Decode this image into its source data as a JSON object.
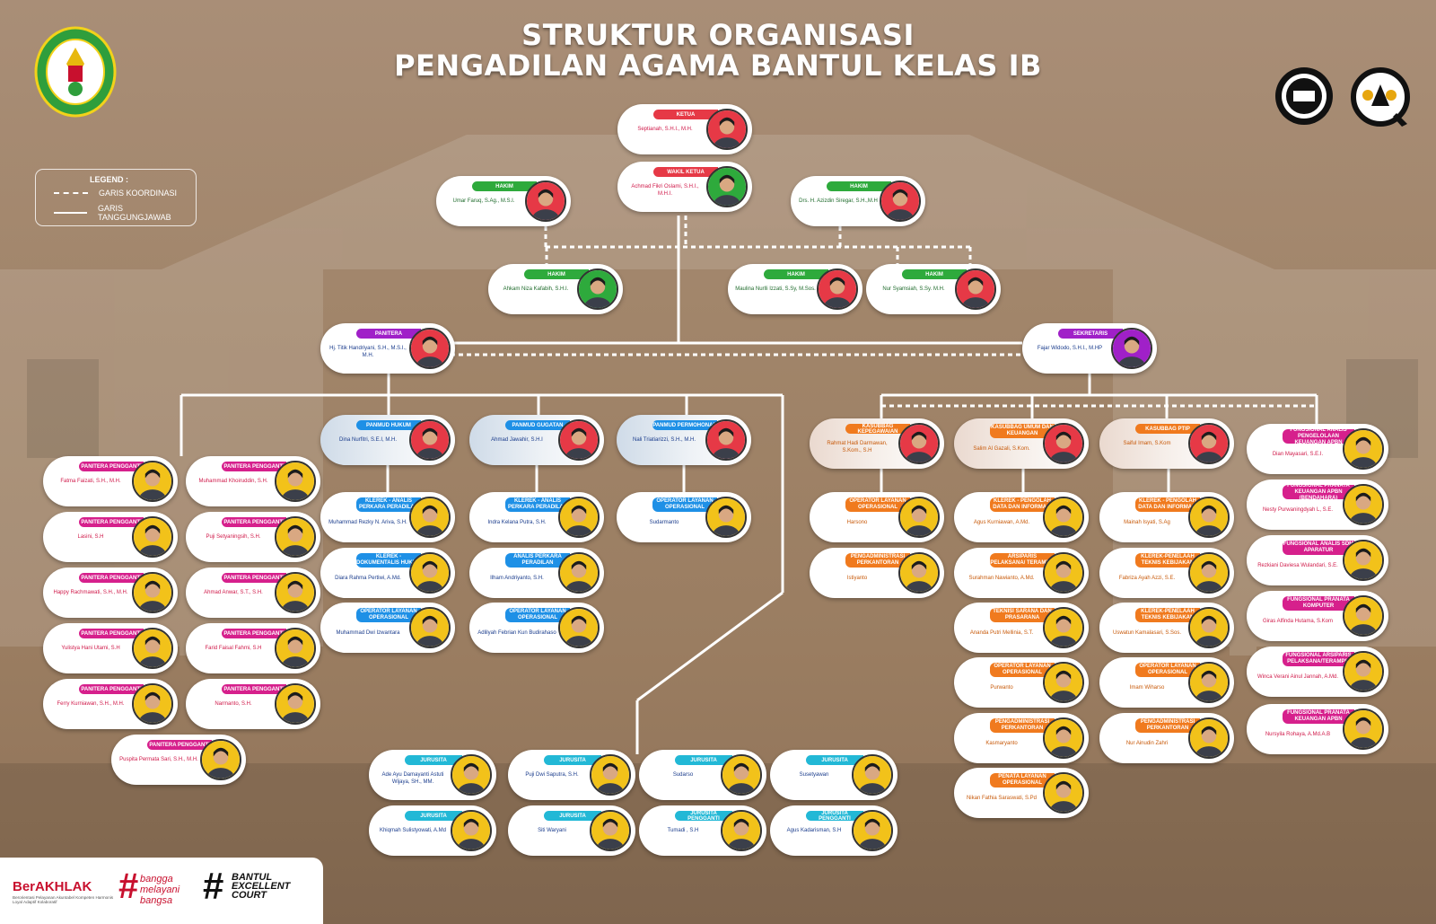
{
  "title": {
    "line1": "STRUKTUR ORGANISASI",
    "line2": "PENGADILAN AGAMA BANTUL KELAS IB"
  },
  "legend": {
    "title": "LEGEND :",
    "dotted": "GARIS KOORDINASI",
    "solid": "GARIS TANGGUNGJAWAB"
  },
  "logos": {
    "left": "PENGADILAN AGAMA BANTUL",
    "right1": "KEMENTERIAN PANRB · WBK · ZONA INTEGRITAS",
    "right2": "SMAP"
  },
  "bottom": {
    "berakhlak": "BerAKHLAK",
    "berakhlak_sub": "Berorientasi Pelayanan Akuntabel Kompeten Harmonis Loyal Adaptif Kolaboratif",
    "bangga_hash": "#",
    "bangga": "bangga melayani bangsa",
    "bantul_hash": "#",
    "bantul": "BANTUL EXCELLENT COURT"
  },
  "colors": {
    "red": "#e63946",
    "green": "#2eaa3c",
    "purple": "#a020c8",
    "blue": "#1e90e6",
    "cyan": "#22b8d6",
    "orange": "#f07a1e",
    "magenta": "#d6208c"
  },
  "people": [
    {
      "role": "KETUA",
      "name": "Septianah, S.H.I., M.H.",
      "color": "red",
      "photo": "red"
    },
    {
      "role": "WAKIL KETUA",
      "name": "Achmad Fikri Oslami, S.H.I., M.H.I.",
      "color": "red",
      "photo": "green"
    },
    {
      "role": "HAKIM",
      "name": "Umar Faruq, S.Ag., M.S.I.",
      "color": "green",
      "photo": "red"
    },
    {
      "role": "HAKIM",
      "name": "Drs. H. Azizdin Siregar, S.H.,M.H",
      "color": "green",
      "photo": "red"
    },
    {
      "role": "HAKIM",
      "name": "Ahkam Niza Kafabih, S.H.I.",
      "color": "green",
      "photo": "green"
    },
    {
      "role": "HAKIM",
      "name": "Maulina Nurlli Izzati, S.Sy, M.Sos.",
      "color": "green",
      "photo": "red"
    },
    {
      "role": "HAKIM",
      "name": "Nur Syamsiah, S.Sy. M.H.",
      "color": "green",
      "photo": "red"
    },
    {
      "role": "PANITERA",
      "name": "Hj. Titik Handriyani, S.H., M.S.I., M.H.",
      "color": "purple",
      "photo": "red"
    },
    {
      "role": "SEKRETARIS",
      "name": "Fajar Widodo, S.H.I., M.HP",
      "color": "purple",
      "photo": "purple"
    },
    {
      "role": "PANMUD HUKUM",
      "name": "Dina Nurfitri, S.E.I, M.H.",
      "color": "blue",
      "photo": "red"
    },
    {
      "role": "PANMUD GUGATAN",
      "name": "Ahmad Jawahir, S.H.I",
      "color": "blue",
      "photo": "red"
    },
    {
      "role": "PANMUD PERMOHONAN",
      "name": "Nali Triatiarizzi, S.H., M.H.",
      "color": "blue",
      "photo": "red"
    },
    {
      "role": "KLEREK - ANALIS PERKARA PERADILAN",
      "name": "Muhammad Rezky N. Ariva, S.H.",
      "color": "blue",
      "photo": "yellow"
    },
    {
      "role": "KLEREK - DOKUMENTALIS HUKUM",
      "name": "Diara Rahma Pertiwi, A.Md.",
      "color": "blue",
      "photo": "yellow"
    },
    {
      "role": "OPERATOR LAYANAN OPERASIONAL",
      "name": "Muhammad Dwi Izwantara",
      "color": "blue",
      "photo": "yellow"
    },
    {
      "role": "KLEREK - ANALIS PERKARA PERADILAN",
      "name": "Indra Kelana Putra, S.H.",
      "color": "blue",
      "photo": "yellow"
    },
    {
      "role": "ANALIS PERKARA PERADILAN",
      "name": "Ilham Andriyanto, S.H.",
      "color": "blue",
      "photo": "yellow"
    },
    {
      "role": "OPERATOR LAYANAN OPERASIONAL",
      "name": "Adlilyah Febrian Kun Budirahaso",
      "color": "blue",
      "photo": "yellow"
    },
    {
      "role": "OPERATOR LAYANAN OPERASIONAL",
      "name": "Sudarmanto",
      "color": "blue",
      "photo": "yellow"
    },
    {
      "role": "KASUBBAG KEPEGAWAIAN",
      "name": "Rahmat Hadi Darmawan, S.Kom., S.H",
      "color": "orange",
      "photo": "red"
    },
    {
      "role": "KASUBBAG UMUM DAN KEUANGAN",
      "name": "Salim Al Gazali, S.Kom.",
      "color": "orange",
      "photo": "red"
    },
    {
      "role": "KASUBBAG PTIP",
      "name": "Saiful Imam, S.Kom",
      "color": "orange",
      "photo": "red"
    },
    {
      "role": "OPERATOR LAYANAN OPERASIONAL",
      "name": "Harsono",
      "color": "orange",
      "photo": "yellow"
    },
    {
      "role": "PENGADMINISTRASI PERKANTORAN",
      "name": "Istiyanto",
      "color": "orange",
      "photo": "yellow"
    },
    {
      "role": "KLEREK - PENGOLAH DATA DAN INFORMASI",
      "name": "Agus Kurniawan, A.Md.",
      "color": "orange",
      "photo": "yellow"
    },
    {
      "role": "ARSIPARIS PELAKSANA/ TERAMPIL",
      "name": "Surahman Nawianto, A.Md.",
      "color": "orange",
      "photo": "yellow"
    },
    {
      "role": "TEKNISI SARANA DAN PRASARANA",
      "name": "Ananda Putri Mellinia, S.T.",
      "color": "orange",
      "photo": "yellow"
    },
    {
      "role": "OPERATOR LAYANAN OPERASIONAL",
      "name": "Purwanto",
      "color": "orange",
      "photo": "yellow"
    },
    {
      "role": "PENGADMINISTRASI PERKANTORAN",
      "name": "Kasmaryanto",
      "color": "orange",
      "photo": "yellow"
    },
    {
      "role": "PENATA LAYANAN OPERASIONAL",
      "name": "Nikan Fathia Saraswati, S.Pd",
      "color": "orange",
      "photo": "yellow"
    },
    {
      "role": "KLEREK - PENGOLAH DATA DAN INFORMASI",
      "name": "Mainah Isyati, S.Ag",
      "color": "orange",
      "photo": "yellow"
    },
    {
      "role": "KLEREK-PENELAAH TEKNIS KEBIJAKAN",
      "name": "Fabriza Ayah Azzi, S.E.",
      "color": "orange",
      "photo": "yellow"
    },
    {
      "role": "KLEREK-PENELAAH TEKNIS KEBIJAKAN",
      "name": "Uswatun Kamalasari, S.Sos.",
      "color": "orange",
      "photo": "yellow"
    },
    {
      "role": "OPERATOR LAYANAN OPERASIONAL",
      "name": "Imam Wiharso",
      "color": "orange",
      "photo": "yellow"
    },
    {
      "role": "PENGADMINISTRASI PERKANTORAN",
      "name": "Nur Ainudin Zahri",
      "color": "orange",
      "photo": "yellow"
    },
    {
      "role": "FUNGSIONAL ANALIS PENGELOLAAN KEUANGAN APBN",
      "name": "Dian Mayasari, S.E.I.",
      "color": "magenta",
      "photo": "yellow"
    },
    {
      "role": "FUNGSIONAL PRANATA KEUANGAN APBN (BENDAHARA)",
      "name": "Nesty Purwaningdyah L, S.E.",
      "color": "magenta",
      "photo": "yellow"
    },
    {
      "role": "FUNGSIONAL ANALIS SDM APARATUR",
      "name": "Rezkiani Daviesa Wulandari, S.E.",
      "color": "magenta",
      "photo": "yellow"
    },
    {
      "role": "FUNGSIONAL PRANATA KOMPUTER",
      "name": "Giras Alfinda Hutama, S.Kom",
      "color": "magenta",
      "photo": "yellow"
    },
    {
      "role": "FUNGSIONAL ARSIPARIS PELAKSANA/TERAMPIL",
      "name": "Winca Verani Ainul Jannah, A.Md.",
      "color": "magenta",
      "photo": "yellow"
    },
    {
      "role": "FUNGSIONAL PRANATA KEUANGAN APBN",
      "name": "Nursyila Rohaya, A.Md.A.B",
      "color": "magenta",
      "photo": "yellow"
    },
    {
      "role": "PANITERA PENGGANTI",
      "name": "Fatma Faizati, S.H., M.H.",
      "color": "magenta",
      "photo": "yellow"
    },
    {
      "role": "PANITERA PENGGANTI",
      "name": "Muhammad Khoiruddin, S.H.",
      "color": "magenta",
      "photo": "yellow"
    },
    {
      "role": "PANITERA PENGGANTI",
      "name": "Lasini, S.H",
      "color": "magenta",
      "photo": "yellow"
    },
    {
      "role": "PANITERA PENGGANTI",
      "name": "Puji Setyaningsih, S.H.",
      "color": "magenta",
      "photo": "yellow"
    },
    {
      "role": "PANITERA PENGGANTI",
      "name": "Happy Rachmawati, S.H., M.H.",
      "color": "magenta",
      "photo": "yellow"
    },
    {
      "role": "PANITERA PENGGANTI",
      "name": "Ahmad Anwar, S.T., S.H.",
      "color": "magenta",
      "photo": "yellow"
    },
    {
      "role": "PANITERA PENGGANTI",
      "name": "Yulistya Hani Utami, S.H",
      "color": "magenta",
      "photo": "yellow"
    },
    {
      "role": "PANITERA PENGGANTI",
      "name": "Farid Faisal Fahmi, S.H",
      "color": "magenta",
      "photo": "yellow"
    },
    {
      "role": "PANITERA PENGGANTI",
      "name": "Ferry Kurniawan, S.H., M.H.",
      "color": "magenta",
      "photo": "yellow"
    },
    {
      "role": "PANITERA PENGGANTI",
      "name": "Narmanto, S.H.",
      "color": "magenta",
      "photo": "yellow"
    },
    {
      "role": "PANITERA PENGGANTI",
      "name": "Puspita Permata Sari, S.H., M.H.",
      "color": "magenta",
      "photo": "yellow"
    },
    {
      "role": "JURUSITA",
      "name": "Ade Ayu Damayanti Astuti Wijaya, SH., MM.",
      "color": "cyan",
      "photo": "yellow"
    },
    {
      "role": "JURUSITA",
      "name": "Puji Dwi Saputra, S.H.",
      "color": "cyan",
      "photo": "yellow"
    },
    {
      "role": "JURUSITA",
      "name": "Sudarso",
      "color": "cyan",
      "photo": "yellow"
    },
    {
      "role": "JURUSITA",
      "name": "Susetyawan",
      "color": "cyan",
      "photo": "yellow"
    },
    {
      "role": "JURUSITA",
      "name": "Khiqmah Sulistyowati, A.Md",
      "color": "cyan",
      "photo": "yellow"
    },
    {
      "role": "JURUSITA",
      "name": "Siti Waryani",
      "color": "cyan",
      "photo": "yellow"
    },
    {
      "role": "JURUSITA PENGGANTI",
      "name": "Tumadi , S.H",
      "color": "cyan",
      "photo": "yellow"
    },
    {
      "role": "JURUSITA PENGGANTI",
      "name": "Agus Kadarisman, S.H",
      "color": "cyan",
      "photo": "yellow"
    }
  ]
}
